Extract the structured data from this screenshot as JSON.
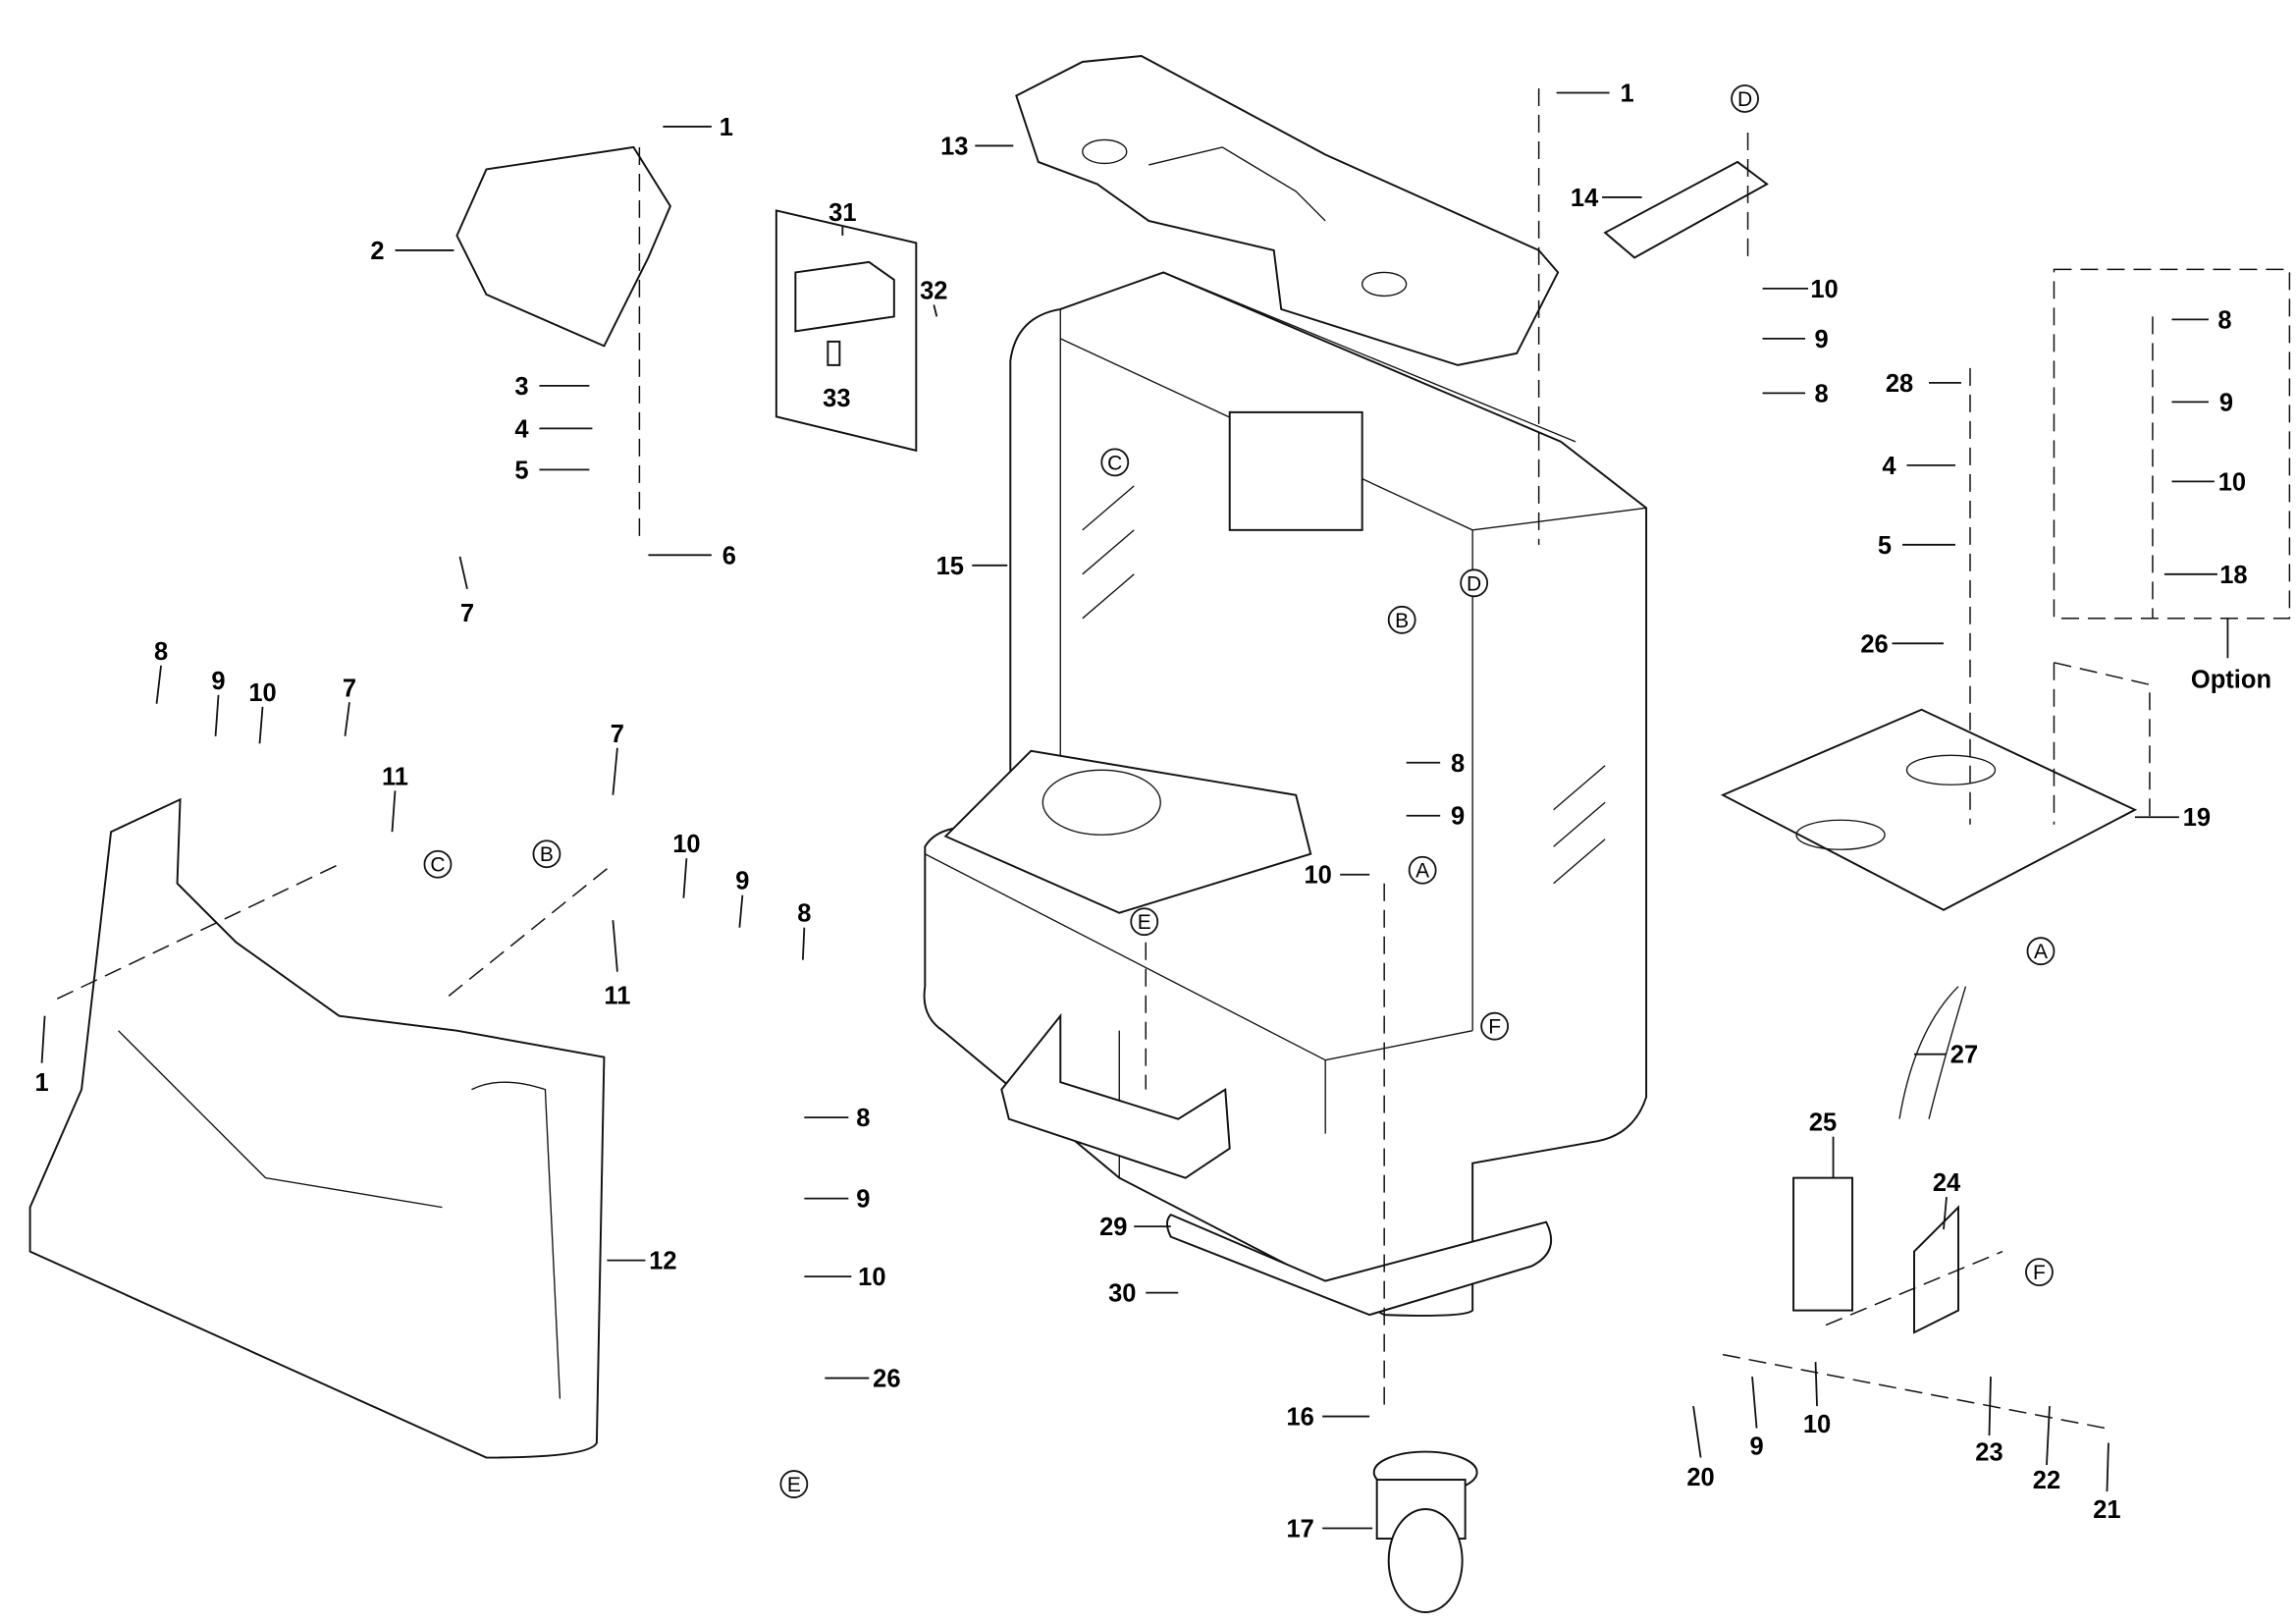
{
  "callouts": [
    {
      "label": "1"
    },
    {
      "label": "2"
    },
    {
      "label": "3"
    },
    {
      "label": "4"
    },
    {
      "label": "5"
    },
    {
      "label": "6"
    },
    {
      "label": "7"
    },
    {
      "label": "8"
    },
    {
      "label": "9"
    },
    {
      "label": "10"
    },
    {
      "label": "7"
    },
    {
      "label": "11"
    },
    {
      "label": "1"
    },
    {
      "label": "12"
    },
    {
      "label": "7"
    },
    {
      "label": "10"
    },
    {
      "label": "9"
    },
    {
      "label": "8"
    },
    {
      "label": "11"
    },
    {
      "label": "8"
    },
    {
      "label": "9"
    },
    {
      "label": "10"
    },
    {
      "label": "26"
    },
    {
      "label": "31"
    },
    {
      "label": "32"
    },
    {
      "label": "33"
    },
    {
      "label": "13"
    },
    {
      "label": "15"
    },
    {
      "label": "8"
    },
    {
      "label": "9"
    },
    {
      "label": "10"
    },
    {
      "label": "29"
    },
    {
      "label": "30"
    },
    {
      "label": "16"
    },
    {
      "label": "17"
    },
    {
      "label": "1"
    },
    {
      "label": "14"
    },
    {
      "label": "10"
    },
    {
      "label": "9"
    },
    {
      "label": "8"
    },
    {
      "label": "28"
    },
    {
      "label": "4"
    },
    {
      "label": "5"
    },
    {
      "label": "26"
    },
    {
      "label": "8"
    },
    {
      "label": "9"
    },
    {
      "label": "10"
    },
    {
      "label": "18"
    },
    {
      "label": "19"
    },
    {
      "label": "27"
    },
    {
      "label": "25"
    },
    {
      "label": "24"
    },
    {
      "label": "20"
    },
    {
      "label": "9"
    },
    {
      "label": "10"
    },
    {
      "label": "23"
    },
    {
      "label": "22"
    },
    {
      "label": "21"
    }
  ],
  "ref_markers": [
    {
      "letter": "C"
    },
    {
      "letter": "B"
    },
    {
      "letter": "E"
    },
    {
      "letter": "C"
    },
    {
      "letter": "D"
    },
    {
      "letter": "B"
    },
    {
      "letter": "A"
    },
    {
      "letter": "E"
    },
    {
      "letter": "F"
    },
    {
      "letter": "D"
    },
    {
      "letter": "A"
    },
    {
      "letter": "F"
    }
  ],
  "option_label": "Option"
}
